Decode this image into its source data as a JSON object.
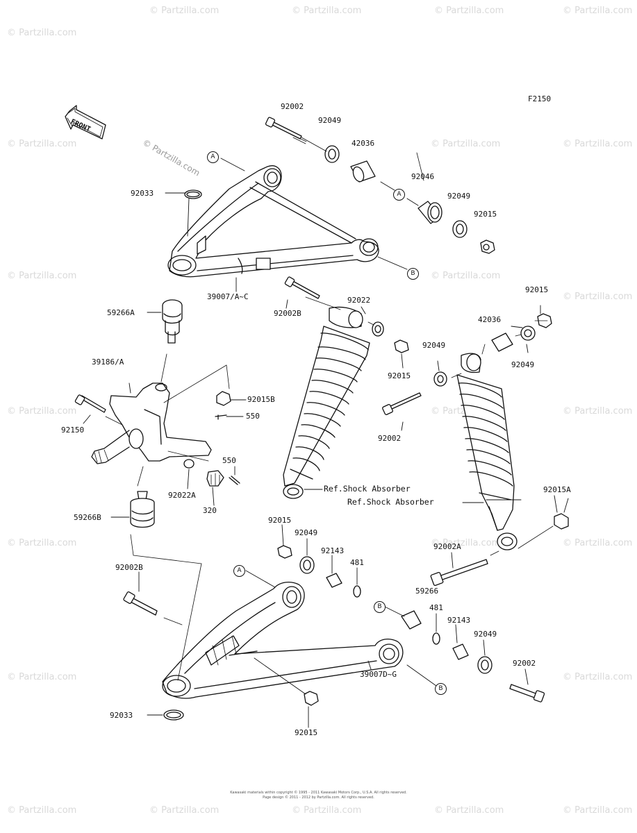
{
  "figure_code": "F2150",
  "front_label": "FRONT",
  "watermark": "© Partzilla.com",
  "circle_markers": {
    "a": "A",
    "b": "B"
  },
  "parts": {
    "p_92002_top": "92002",
    "p_92049_1": "92049",
    "p_42036_1": "42036",
    "p_92046": "92046",
    "p_92049_2": "92049",
    "p_92015_1": "92015",
    "p_92033_top": "92033",
    "p_39007_ac": "39007/A~C",
    "p_59266a": "59266A",
    "p_92002b_1": "92002B",
    "p_92022": "92022",
    "p_92015_2": "92015",
    "p_42036_2": "42036",
    "p_92049_3": "92049",
    "p_92049_4": "92049",
    "p_92015_3": "92015",
    "p_39186a": "39186/A",
    "p_92015b": "92015B",
    "p_550_1": "550",
    "p_92150": "92150",
    "p_92002_mid": "92002",
    "p_550_2": "550",
    "p_92022a": "92022A",
    "p_320": "320",
    "ref_shock_1": "Ref.Shock Absorber",
    "ref_shock_2": "Ref.Shock Absorber",
    "p_92015a": "92015A",
    "p_59266b": "59266B",
    "p_92015_4": "92015",
    "p_92049_5": "92049",
    "p_92143_1": "92143",
    "p_481_1": "481",
    "p_92002a": "92002A",
    "p_92002b_2": "92002B",
    "p_59266": "59266",
    "p_481_2": "481",
    "p_92143_2": "92143",
    "p_92049_6": "92049",
    "p_92002_bot": "92002",
    "p_39007_dg": "39007D~G",
    "p_92033_bot": "92033",
    "p_92015_5": "92015"
  },
  "footer_lines": [
    "Kawasaki materials within copyright © 1995 - 2011 Kawasaki Motors Corp., U.S.A. All rights reserved.",
    "Page design © 2011 - 2012 by Partzilla.com. All rights reserved."
  ]
}
